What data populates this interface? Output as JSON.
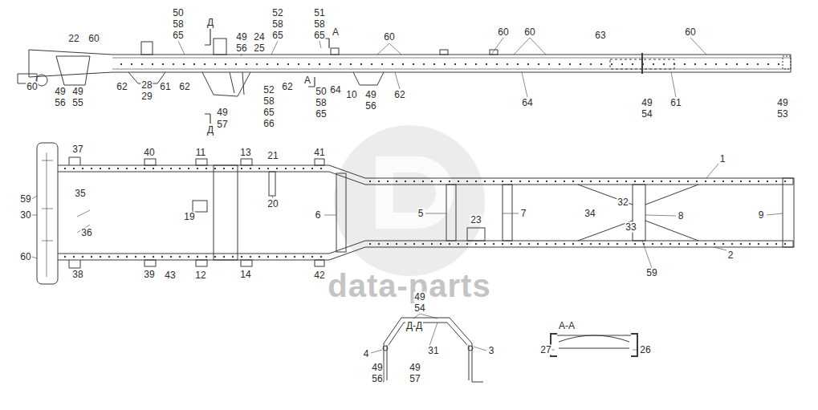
{
  "diagram": {
    "labels": [
      "50",
      "58",
      "65",
      "Д",
      "52",
      "58",
      "65",
      "51",
      "58",
      "65",
      "А",
      "22",
      "60",
      "49",
      "56",
      "24",
      "25",
      "60",
      "60",
      "60",
      "63",
      "60",
      "60",
      "49",
      "56",
      "49",
      "55",
      "62",
      "28",
      "29",
      "61",
      "62",
      "Д",
      "49",
      "57",
      "52",
      "58",
      "65",
      "66",
      "62",
      "50",
      "58",
      "65",
      "А",
      "64",
      "10",
      "49",
      "56",
      "62",
      "64",
      "49",
      "54",
      "61",
      "49",
      "53",
      "37",
      "40",
      "11",
      "13",
      "21",
      "41",
      "1",
      "59",
      "35",
      "30",
      "36",
      "19",
      "20",
      "6",
      "5",
      "7",
      "23",
      "32",
      "34",
      "33",
      "8",
      "9",
      "60",
      "38",
      "39",
      "43",
      "12",
      "14",
      "42",
      "59",
      "2",
      "data-parts",
      "Д-Д",
      "49",
      "54",
      "4",
      "49",
      "56",
      "49",
      "57",
      "31",
      "3",
      "А-А",
      "27",
      "26"
    ]
  }
}
